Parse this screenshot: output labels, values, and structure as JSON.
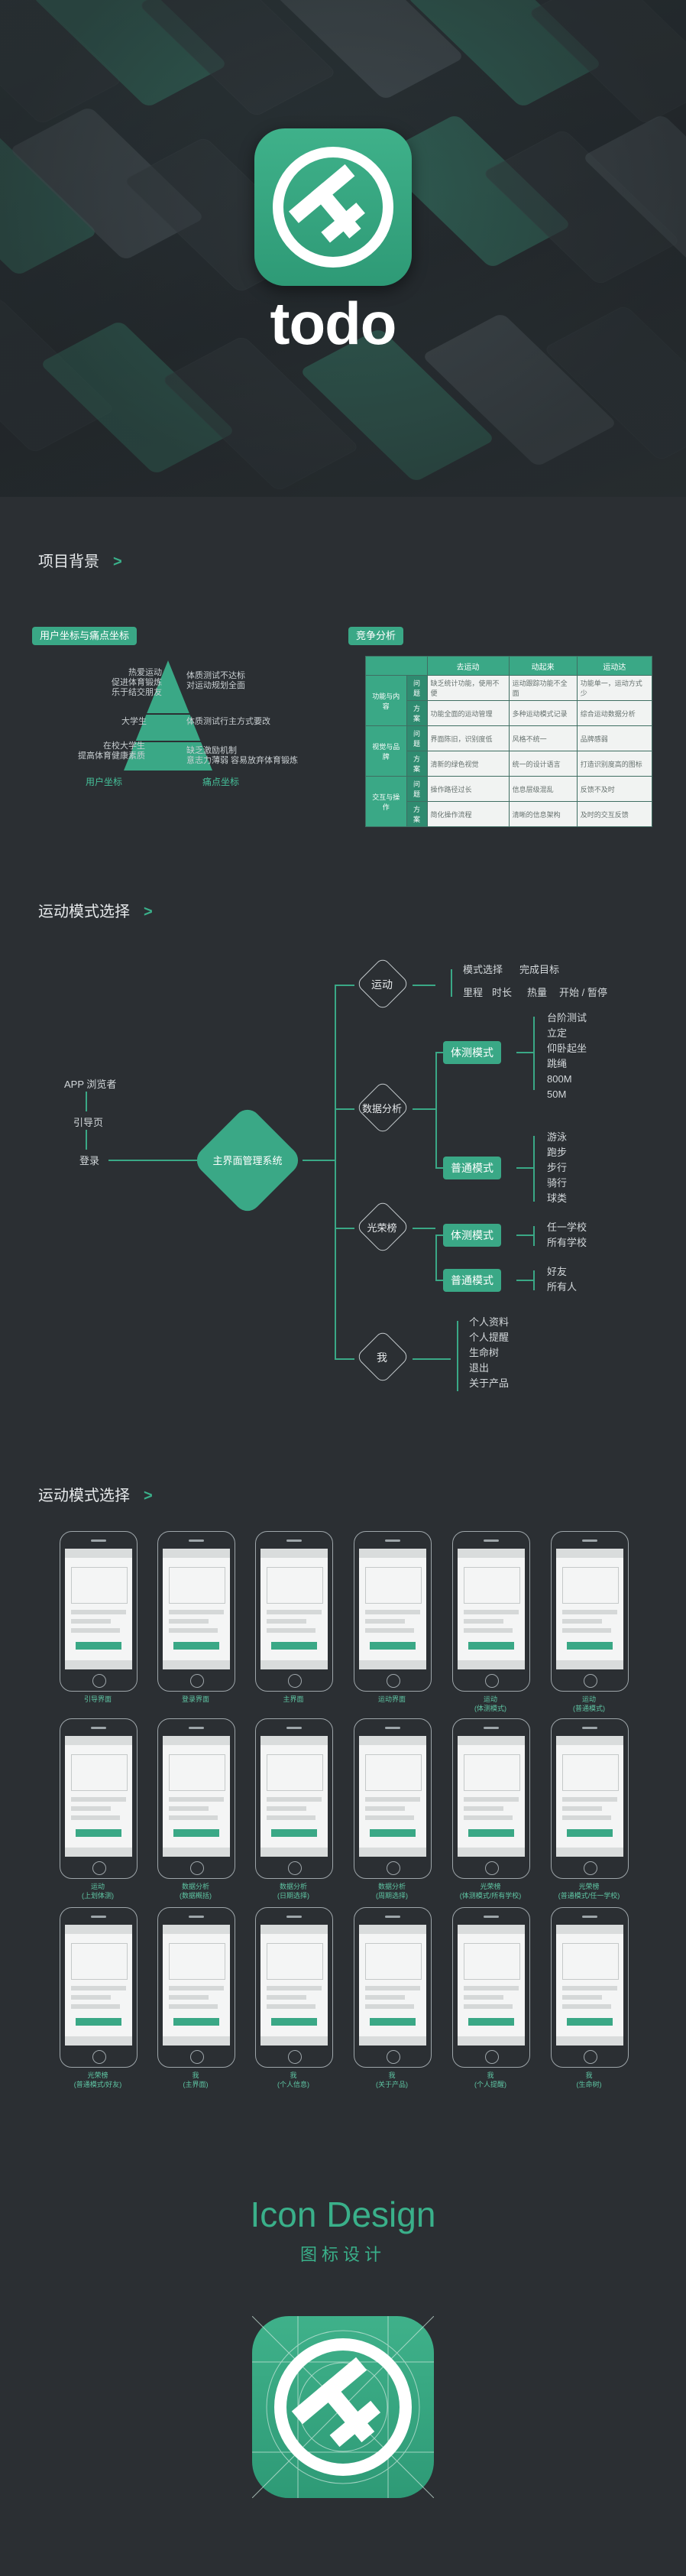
{
  "hero": {
    "app_name": "todo"
  },
  "section1": {
    "title": "项目背景",
    "user_coords": {
      "header": "用户坐标与痛点坐标",
      "left_items": [
        "热爱运动",
        "促进体育锻炼",
        "乐于结交朋友",
        "大学生",
        "在校大学生",
        "提高体育健康素质"
      ],
      "right_items": [
        "体质测试不达标",
        "对运动规划全面",
        "体质测试行主方式要改",
        "缺乏激励机制",
        "意志力薄弱 容易放弃体育锻炼"
      ],
      "footer_left": "用户坐标",
      "footer_right": "痛点坐标"
    },
    "competition": {
      "header": "竞争分析",
      "columns": [
        "",
        "",
        "去运动",
        "动起来",
        "运动达"
      ],
      "rows": [
        [
          "功能与内容",
          "问题",
          "缺乏统计功能，使用不便",
          "运动跟踪功能不全面",
          "功能单一，运动方式少"
        ],
        [
          "",
          "方案",
          "功能全面的运动管理",
          "多种运动模式记录",
          "综合运动数据分析"
        ],
        [
          "视觉与品牌",
          "问题",
          "界面陈旧，识别度低",
          "风格不统一",
          "品牌感弱"
        ],
        [
          "",
          "方案",
          "清新的绿色视觉",
          "统一的设计语言",
          "打造识别度高的图标"
        ],
        [
          "交互与操作",
          "问题",
          "操作路径过长",
          "信息层级混乱",
          "反馈不及时"
        ],
        [
          "",
          "方案",
          "简化操作流程",
          "清晰的信息架构",
          "及时的交互反馈"
        ]
      ]
    }
  },
  "section2": {
    "title": "运动模式选择",
    "entry": [
      "APP 浏览者",
      "引导页",
      "登录"
    ],
    "hub": "主界面管理系统",
    "nodes": [
      "运动",
      "数据分析",
      "光荣榜",
      "我"
    ],
    "run": [
      "模式选择",
      "完成目标",
      "里程",
      "时长",
      "热量",
      "开始 / 暂停"
    ],
    "pills": [
      "体测模式",
      "普通模式",
      "体测模式",
      "普通模式"
    ],
    "physical_items": [
      "台阶测试",
      "立定",
      "仰卧起坐",
      "跳绳",
      "800M",
      "50M"
    ],
    "normal_items": [
      "游泳",
      "跑步",
      "步行",
      "骑行",
      "球类"
    ],
    "rank1": [
      "任一学校",
      "所有学校"
    ],
    "rank2": [
      "好友",
      "所有人"
    ],
    "me_items": [
      "个人资料",
      "个人提醒",
      "生命树",
      "退出",
      "关于产品"
    ]
  },
  "section3": {
    "title": "运动模式选择",
    "captions": [
      "引导界面",
      "登录界面",
      "主界面",
      "运动界面",
      "运动\n(体测模式)",
      "运动\n(普通模式)",
      "运动\n(上划体测)",
      "数据分析\n(数据概括)",
      "数据分析\n(日期选择)",
      "数据分析\n(周期选择)",
      "光荣榜\n(体测模式/所有学校)",
      "光荣榜\n(普通模式/任一学校)",
      "光荣榜\n(普通模式/好友)",
      "我\n(主界面)",
      "我\n(个人信息)",
      "我\n(关于产品)",
      "我\n(个人提醒)",
      "我\n(生命树)"
    ]
  },
  "icon_design": {
    "title": "Icon Design",
    "subtitle": "图标设计"
  },
  "colors": {
    "accent": "#3aa886",
    "background": "#2b2f33"
  }
}
